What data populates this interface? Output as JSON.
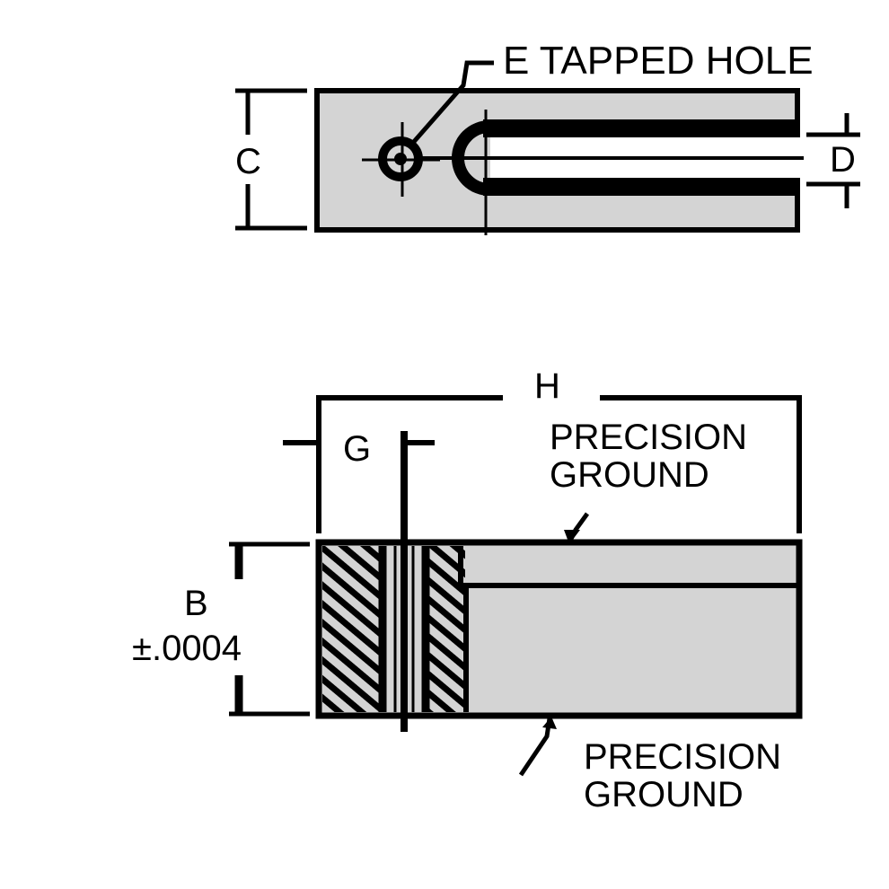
{
  "colors": {
    "fill": "#d4d4d4",
    "ink": "#000000",
    "background": "#ffffff"
  },
  "top_view": {
    "tapped_hole_label": "E TAPPED HOLE",
    "dim_c": "C",
    "dim_d": "D"
  },
  "side_view": {
    "dim_h": "H",
    "dim_g": "G",
    "dim_b": "B",
    "tolerance": "±.0004",
    "precision_top": [
      "PRECISION",
      "GROUND"
    ],
    "precision_bottom": [
      "PRECISION",
      "GROUND"
    ]
  }
}
